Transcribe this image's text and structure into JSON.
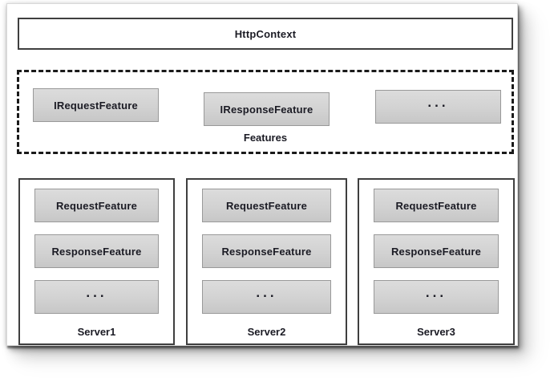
{
  "diagram": {
    "http_context": {
      "label": "HttpContext"
    },
    "features": {
      "label": "Features",
      "items": [
        {
          "label": "IRequestFeature"
        },
        {
          "label": "IResponseFeature"
        },
        {
          "label": "..."
        }
      ]
    },
    "servers": [
      {
        "label": "Server1",
        "items": [
          {
            "label": "RequestFeature"
          },
          {
            "label": "ResponseFeature"
          },
          {
            "label": "..."
          }
        ]
      },
      {
        "label": "Server2",
        "items": [
          {
            "label": "RequestFeature"
          },
          {
            "label": "ResponseFeature"
          },
          {
            "label": "..."
          }
        ]
      },
      {
        "label": "Server3",
        "items": [
          {
            "label": "RequestFeature"
          },
          {
            "label": "ResponseFeature"
          },
          {
            "label": "..."
          }
        ]
      }
    ],
    "colors": {
      "canvas": "#ffffff",
      "feature_box_fill_top": "#dcdcdc",
      "feature_box_fill_bottom": "#c7c7c7",
      "feature_box_border": "#999999",
      "outer_box_border": "#3f3f3f",
      "dashed_border": "#1a1a1a",
      "text": "#1b1b24"
    }
  }
}
